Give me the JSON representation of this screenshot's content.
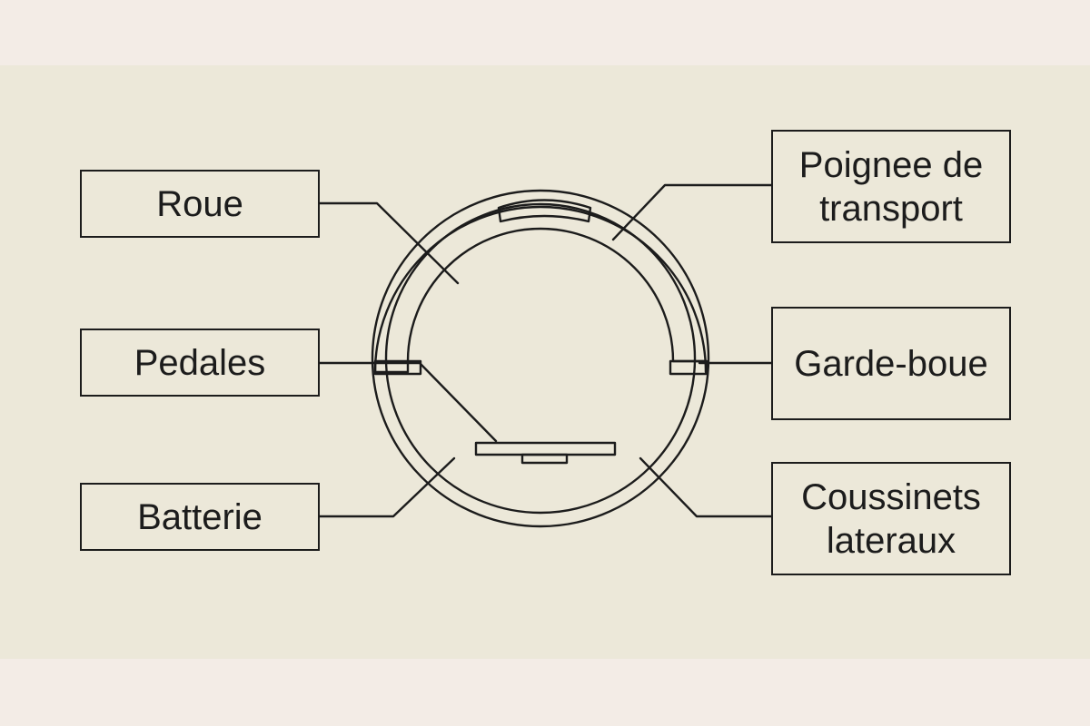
{
  "colors": {
    "page_background": "#f3ece6",
    "panel_background": "#ece8d9",
    "stroke": "#1c1c1c"
  },
  "labels": {
    "wheel": "Roue",
    "pedals": "Pedales",
    "battery": "Batterie",
    "handle_line1": "Poignee de",
    "handle_line2": "transport",
    "mudguard": "Garde-boue",
    "pads_line1": "Coussinets",
    "pads_line2": "lateraux"
  }
}
